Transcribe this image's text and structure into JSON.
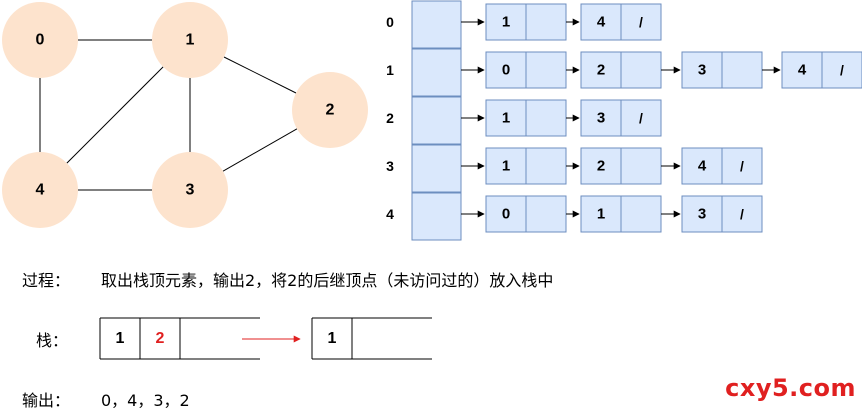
{
  "graph": {
    "nodes": [
      "0",
      "1",
      "2",
      "3",
      "4"
    ],
    "edges": [
      [
        "0",
        "1"
      ],
      [
        "0",
        "4"
      ],
      [
        "1",
        "2"
      ],
      [
        "1",
        "3"
      ],
      [
        "1",
        "4"
      ],
      [
        "2",
        "3"
      ],
      [
        "3",
        "4"
      ]
    ]
  },
  "adjacency_list": [
    {
      "vertex": "0",
      "neighbors": [
        "1",
        "4"
      ],
      "end": "/"
    },
    {
      "vertex": "1",
      "neighbors": [
        "0",
        "2",
        "3",
        "4"
      ],
      "end": "/"
    },
    {
      "vertex": "2",
      "neighbors": [
        "1",
        "3"
      ],
      "end": "/"
    },
    {
      "vertex": "3",
      "neighbors": [
        "1",
        "2",
        "4"
      ],
      "end": "/"
    },
    {
      "vertex": "4",
      "neighbors": [
        "0",
        "1",
        "3"
      ],
      "end": "/"
    }
  ],
  "process": {
    "label": "过程：",
    "text": "取出栈顶元素，输出2，将2的后继顶点（未访问过的）放入栈中"
  },
  "stack": {
    "label": "栈：",
    "before": [
      "1",
      "2"
    ],
    "after": [
      "1"
    ]
  },
  "output": {
    "label": "输出：",
    "value": "0，4，3，2"
  },
  "watermark": "cxy5.com",
  "colors": {
    "node_fill": "#fde3cd",
    "cell_fill": "#dae8fc",
    "cell_stroke": "#6c8ebf",
    "highlight": "#e02020",
    "arrow": "#e02020"
  }
}
